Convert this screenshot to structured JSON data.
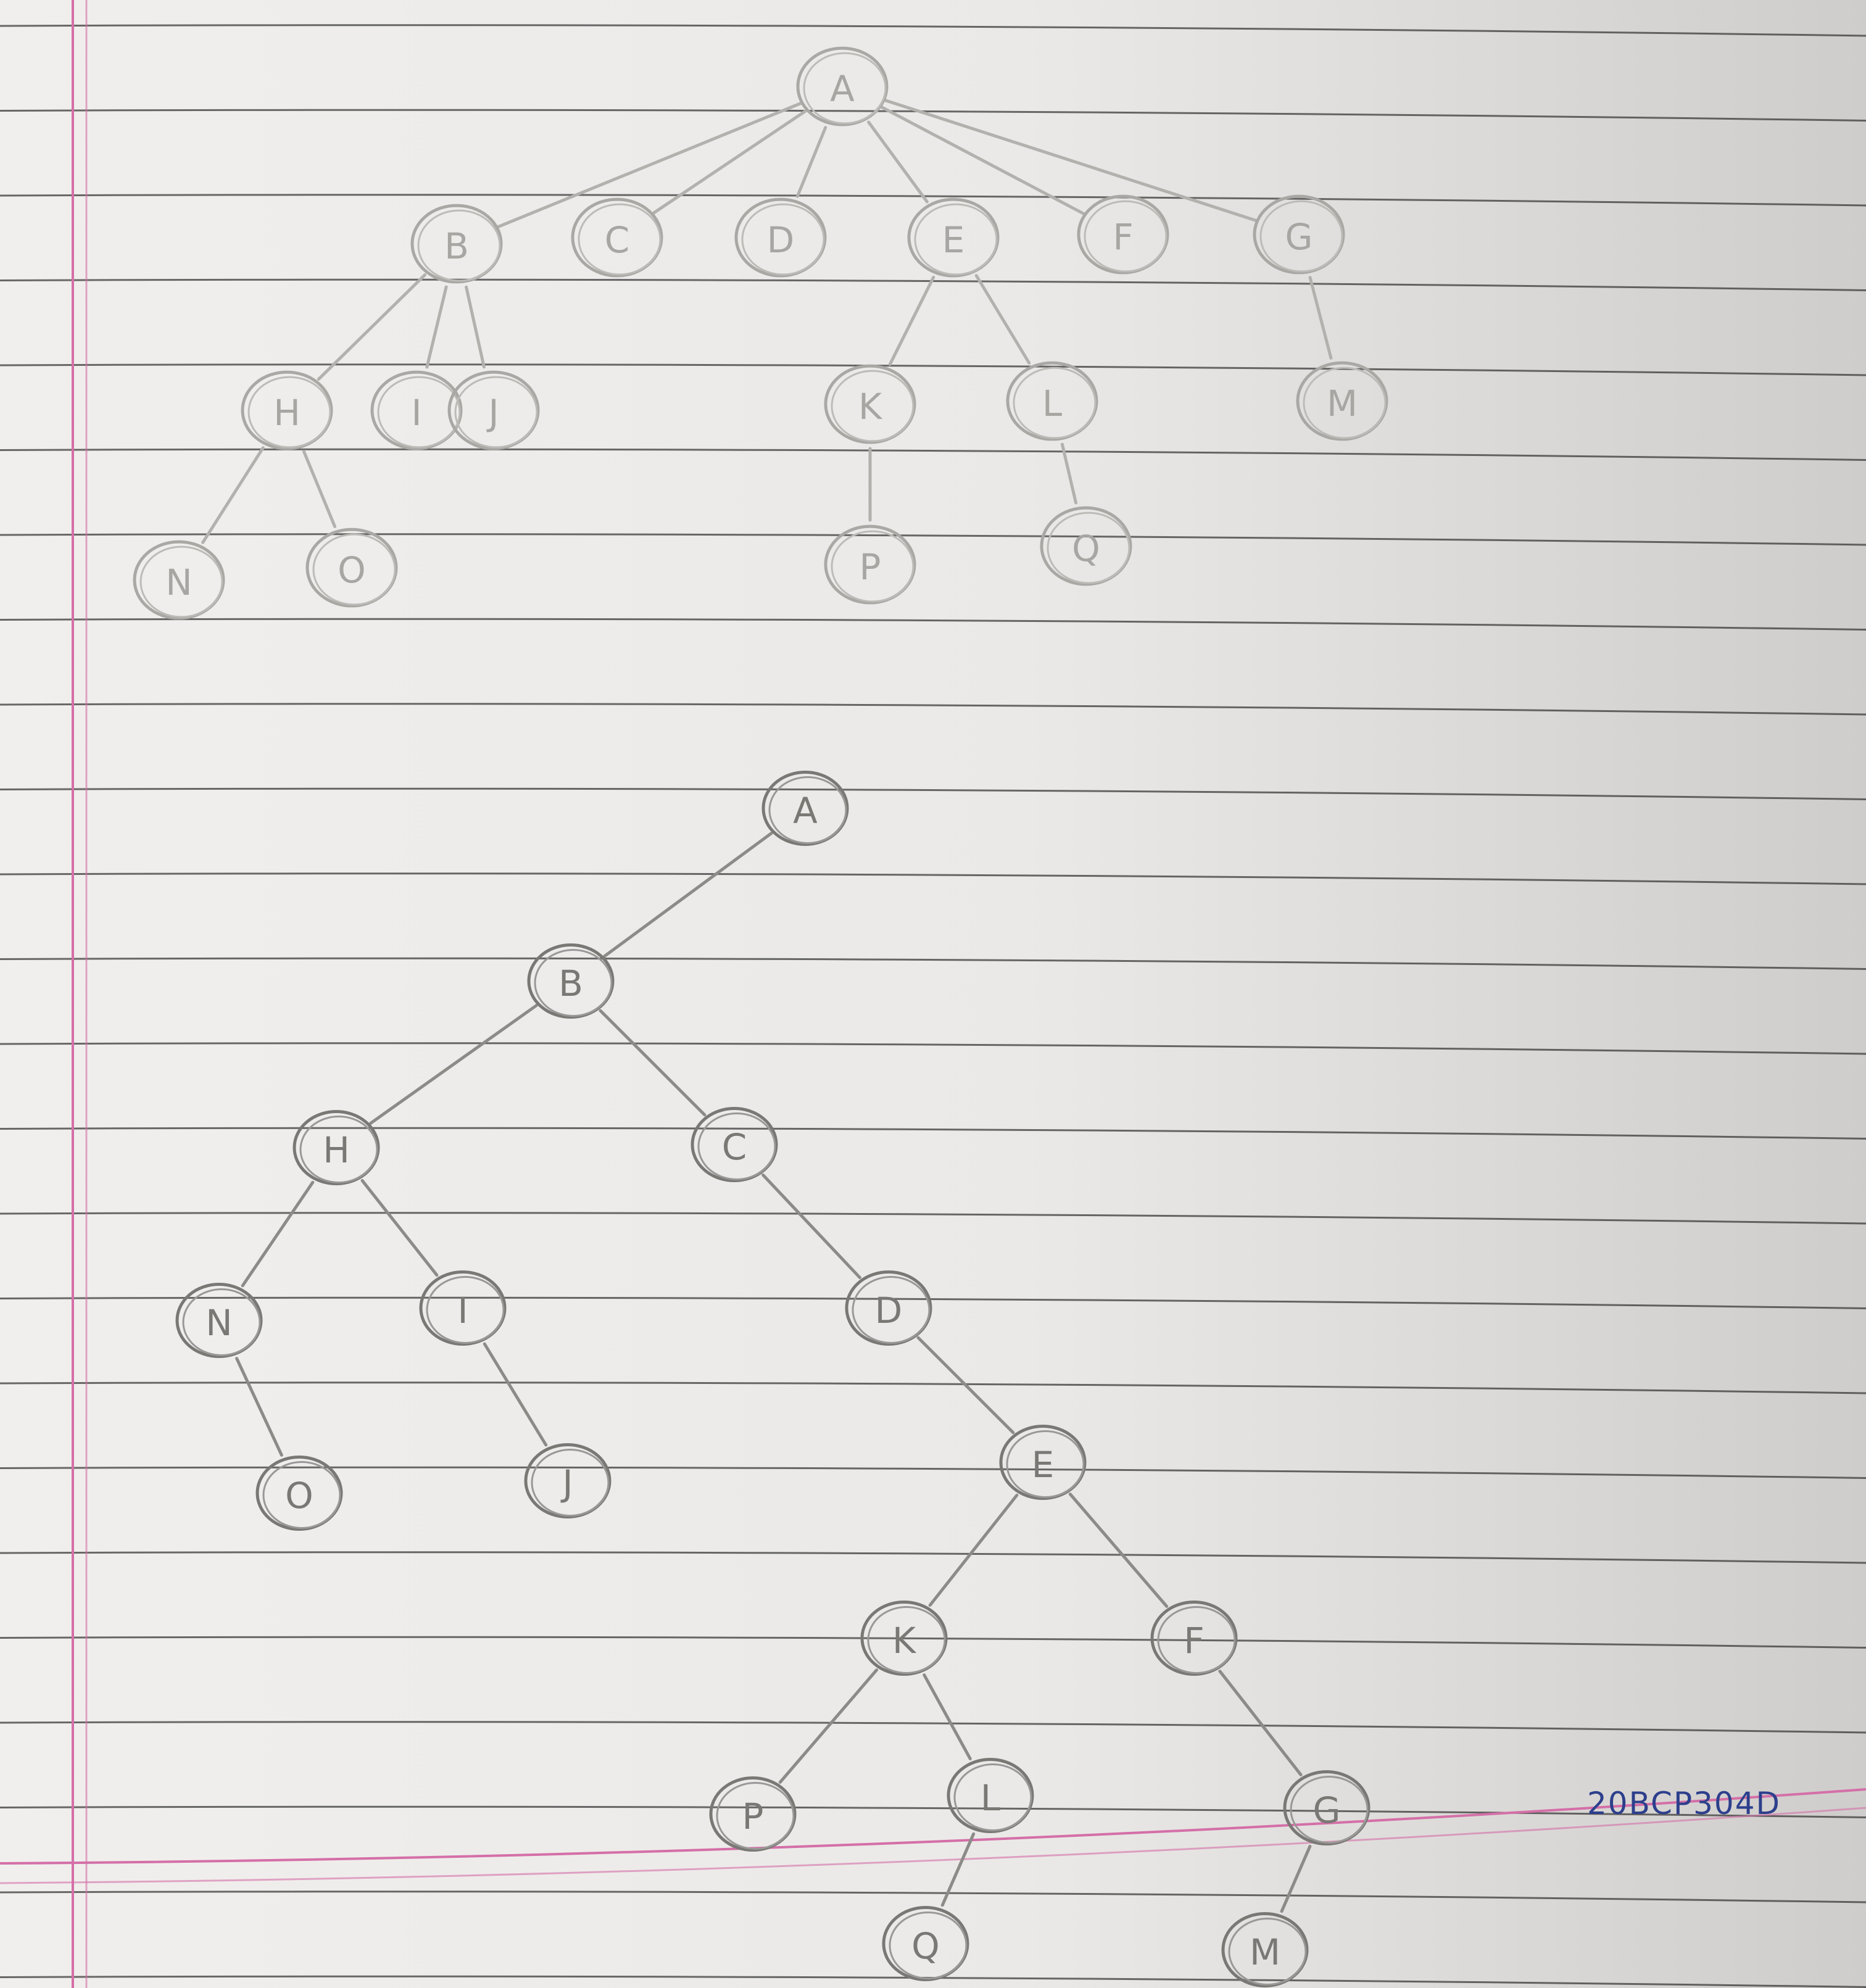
{
  "general_tree": {
    "nodes": [
      {
        "id": "A",
        "label": "A"
      },
      {
        "id": "B",
        "label": "B"
      },
      {
        "id": "C",
        "label": "C"
      },
      {
        "id": "D",
        "label": "D"
      },
      {
        "id": "E",
        "label": "E"
      },
      {
        "id": "F",
        "label": "F"
      },
      {
        "id": "G",
        "label": "G"
      },
      {
        "id": "H",
        "label": "H"
      },
      {
        "id": "I",
        "label": "I"
      },
      {
        "id": "J",
        "label": "J"
      },
      {
        "id": "K",
        "label": "K"
      },
      {
        "id": "L",
        "label": "L"
      },
      {
        "id": "M",
        "label": "M"
      },
      {
        "id": "N",
        "label": "N"
      },
      {
        "id": "O",
        "label": "O"
      },
      {
        "id": "P",
        "label": "P"
      },
      {
        "id": "Q",
        "label": "Q"
      }
    ],
    "edges": [
      [
        "A",
        "B"
      ],
      [
        "A",
        "C"
      ],
      [
        "A",
        "D"
      ],
      [
        "A",
        "E"
      ],
      [
        "A",
        "F"
      ],
      [
        "A",
        "G"
      ],
      [
        "B",
        "H"
      ],
      [
        "B",
        "I"
      ],
      [
        "B",
        "J"
      ],
      [
        "E",
        "K"
      ],
      [
        "E",
        "L"
      ],
      [
        "G",
        "M"
      ],
      [
        "H",
        "N"
      ],
      [
        "H",
        "O"
      ],
      [
        "K",
        "P"
      ],
      [
        "L",
        "Q"
      ]
    ]
  },
  "binary_tree": {
    "nodes": [
      {
        "id": "A",
        "label": "A"
      },
      {
        "id": "B",
        "label": "B"
      },
      {
        "id": "H",
        "label": "H"
      },
      {
        "id": "C",
        "label": "C"
      },
      {
        "id": "N",
        "label": "N"
      },
      {
        "id": "I",
        "label": "I"
      },
      {
        "id": "D",
        "label": "D"
      },
      {
        "id": "O",
        "label": "O"
      },
      {
        "id": "J",
        "label": "J"
      },
      {
        "id": "E",
        "label": "E"
      },
      {
        "id": "K",
        "label": "K"
      },
      {
        "id": "F",
        "label": "F"
      },
      {
        "id": "P",
        "label": "P"
      },
      {
        "id": "L",
        "label": "L"
      },
      {
        "id": "G",
        "label": "G"
      },
      {
        "id": "Q",
        "label": "Q"
      },
      {
        "id": "M",
        "label": "M"
      }
    ],
    "edges": [
      [
        "A",
        "B"
      ],
      [
        "B",
        "H"
      ],
      [
        "B",
        "C"
      ],
      [
        "H",
        "N"
      ],
      [
        "H",
        "I"
      ],
      [
        "C",
        "D"
      ],
      [
        "N",
        "O"
      ],
      [
        "I",
        "J"
      ],
      [
        "D",
        "E"
      ],
      [
        "E",
        "K"
      ],
      [
        "E",
        "F"
      ],
      [
        "K",
        "P"
      ],
      [
        "K",
        "L"
      ],
      [
        "F",
        "G"
      ],
      [
        "L",
        "Q"
      ],
      [
        "G",
        "M"
      ]
    ]
  },
  "roll_number": "20BCP304D",
  "colors": {
    "paper": "#e9e7e5",
    "ruled_line": "#3a3a3a",
    "margin_line": "#d46fa8",
    "pencil": "#7a7875",
    "ink": "#2d3f8c"
  }
}
